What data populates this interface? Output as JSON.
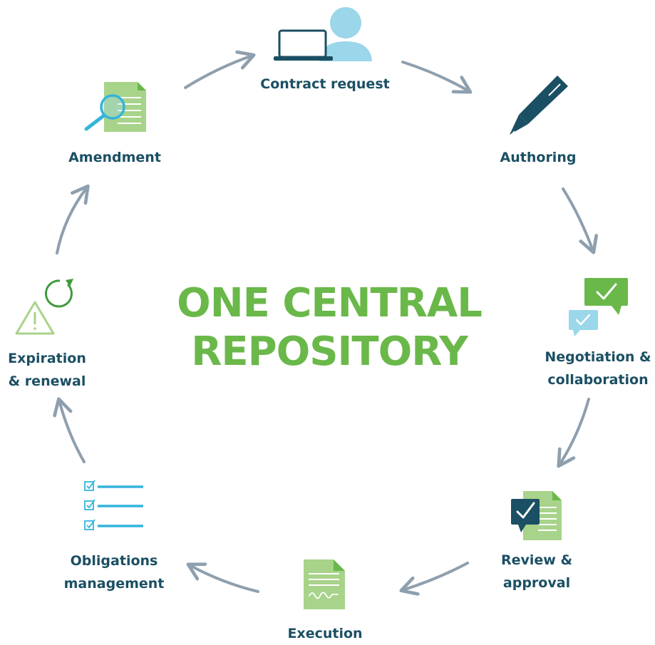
{
  "title": {
    "line1": "ONE CENTRAL",
    "line2": "REPOSITORY"
  },
  "stages": {
    "contract_request": "Contract request",
    "authoring": "Authoring",
    "negotiation_line1": "Negotiation &",
    "negotiation_line2": "collaboration",
    "review_line1": "Review &",
    "review_line2": "approval",
    "execution": "Execution",
    "obligations_line1": "Obligations",
    "obligations_line2": "management",
    "expiration_line1": "Expiration",
    "expiration_line2": "& renewal",
    "amendment": "Amendment"
  },
  "icons": {
    "contract_request": "laptop-user-icon",
    "authoring": "pen-icon",
    "negotiation": "chat-check-icon",
    "review": "document-check-icon",
    "execution": "signed-document-icon",
    "obligations": "checklist-icon",
    "expiration": "warning-renew-icon",
    "amendment": "document-search-icon"
  },
  "colors": {
    "label": "#1b4f63",
    "title": "#6ab84a",
    "arrow": "#8e9fae",
    "green": "#6ab84a",
    "light_green": "#a8d38a",
    "light_blue": "#9bd6ea",
    "blue": "#34b4dc",
    "dark_teal": "#1b4f63"
  }
}
